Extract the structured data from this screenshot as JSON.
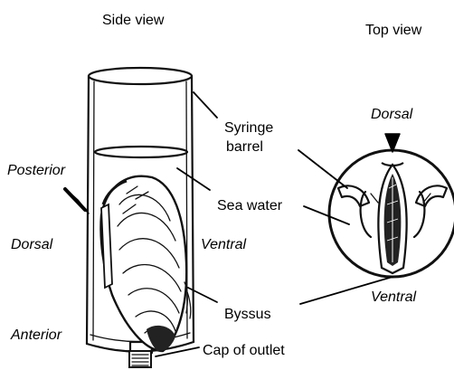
{
  "labels": {
    "side_view": "Side view",
    "top_view": "Top view",
    "syringe_barrel_line1": "Syringe",
    "syringe_barrel_line2": "barrel",
    "sea_water": "Sea water",
    "byssus": "Byssus",
    "cap_of_outlet": "Cap of outlet",
    "side_posterior": "Posterior",
    "side_dorsal": "Dorsal",
    "side_ventral": "Ventral",
    "side_anterior": "Anterior",
    "top_dorsal": "Dorsal",
    "top_ventral": "Ventral"
  },
  "colors": {
    "ink": "#111111",
    "background": "#ffffff"
  },
  "icons": {
    "posterior_marker": "arrowhead-marker",
    "top_dorsal_marker": "arrowhead-marker"
  }
}
